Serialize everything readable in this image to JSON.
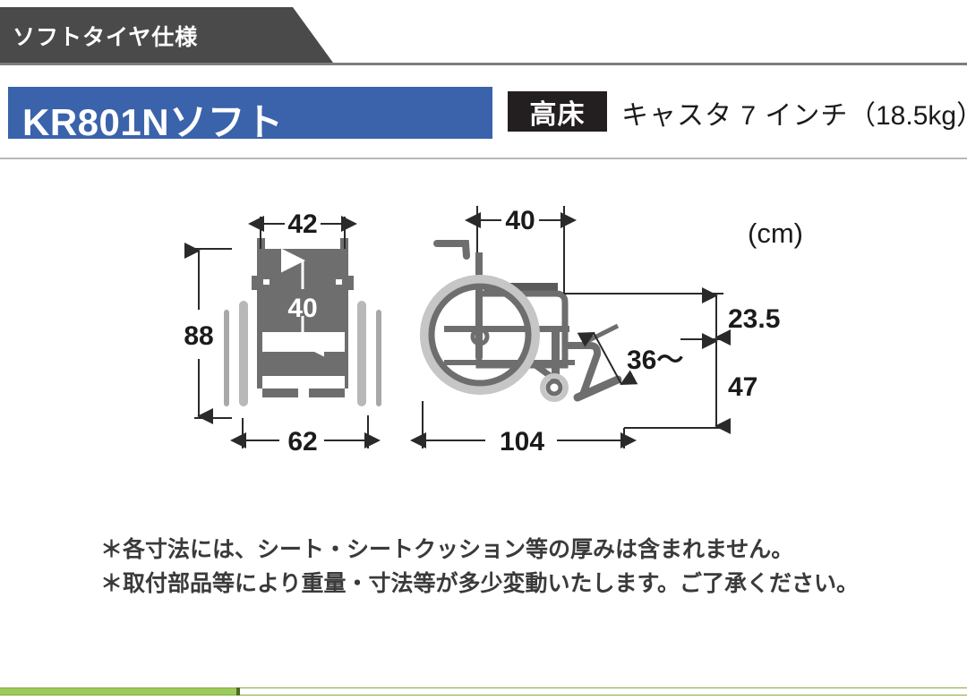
{
  "tab": {
    "label": "ソフトタイヤ仕様"
  },
  "title": {
    "model_name": "KR801Nソフト",
    "floor_badge": "高床",
    "caster_spec": "キャスタ 7 インチ",
    "weight_spec": "（18.5kg）",
    "model_bar_color": "#3a63ab",
    "badge_color": "#231f20"
  },
  "diagram": {
    "unit_label": "(cm)",
    "front_view": {
      "name": "front-view",
      "dimensions": {
        "seat_width": "42",
        "backrest_height": "40",
        "total_height": "88",
        "overall_width": "62"
      }
    },
    "side_view": {
      "name": "side-view",
      "dimensions": {
        "seat_depth": "40",
        "footrest_range": "36〜",
        "seat_height": "47",
        "backrest_top": "23.5",
        "overall_length": "104"
      }
    }
  },
  "footnotes": [
    "＊各寸法には、シート・シートクッション等の厚みは含まれません。",
    "＊取付部品等により重量・寸法等が多少変動いたします。ご了承ください。"
  ],
  "bottom_bar": {
    "fill_color": "#9ccb5a",
    "track_color": "#84a93f",
    "progress": "24%"
  }
}
